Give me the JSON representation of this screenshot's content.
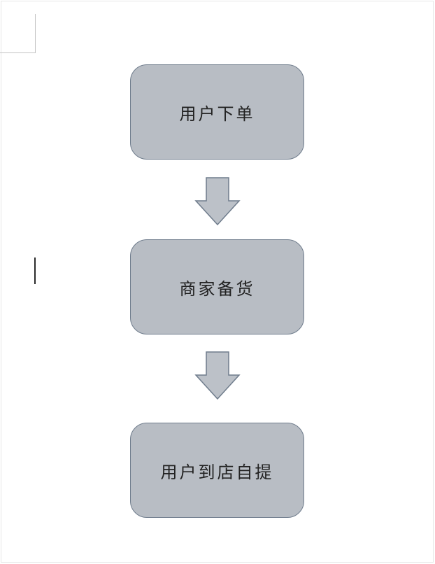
{
  "flowchart": {
    "steps": [
      {
        "label": "用户下单"
      },
      {
        "label": "商家备货"
      },
      {
        "label": "用户到店自提"
      }
    ]
  },
  "colors": {
    "box_fill": "#b8bdc4",
    "box_border": "#6f7c8c",
    "arrow_fill": "#bcc1c8",
    "arrow_border": "#6f7c8c",
    "text": "#222222"
  }
}
